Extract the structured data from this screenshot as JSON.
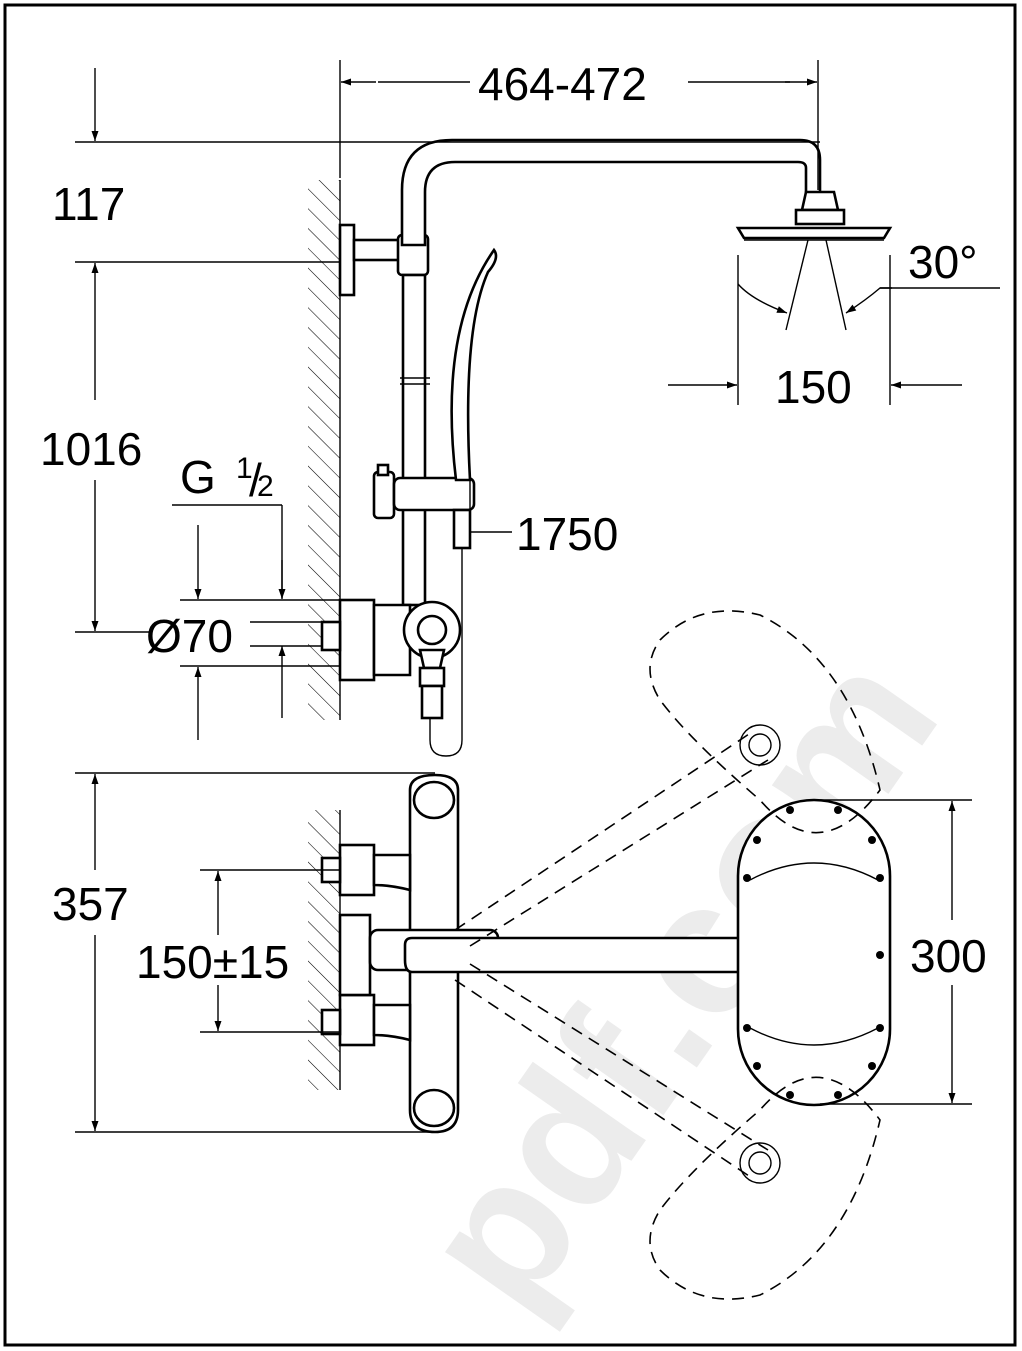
{
  "watermark": "pdf.com",
  "dimensions": {
    "arm_projection": "464-472",
    "head_offset": "117",
    "rail_height": "1016",
    "thread": "G",
    "thread_num": "1",
    "thread_den": "2",
    "hose_length": "1750",
    "escutcheon_diameter": "Ø70",
    "spray_angle": "30°",
    "head_diameter": "150",
    "mixer_length": "357",
    "centres": "150±15",
    "plate_height": "300"
  }
}
